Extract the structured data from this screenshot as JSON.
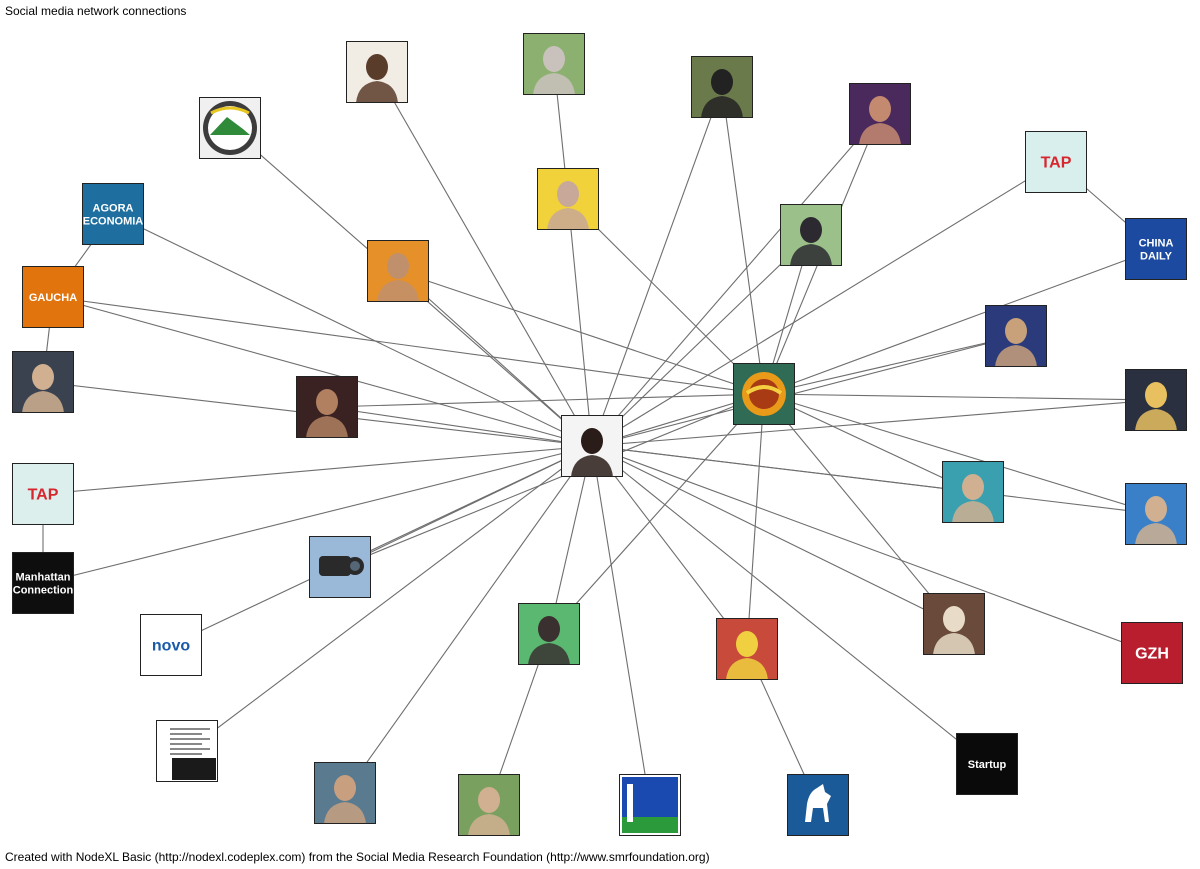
{
  "title": "Social media network connections",
  "footer": "Created with NodeXL Basic (http://nodexl.codeplex.com) from the Social Media Research Foundation (http://www.smrfoundation.org)",
  "edge_color": "#6e6e6e",
  "nodes": [
    {
      "id": "center",
      "kind": "person",
      "colors": [
        "#f4f4f4",
        "#2a1c18"
      ],
      "label": ""
    },
    {
      "id": "hub",
      "kind": "logo-circle",
      "colors": [
        "#2f6b55",
        "#e89a18"
      ],
      "label": ""
    },
    {
      "id": "couple",
      "kind": "person",
      "colors": [
        "#f1ece4",
        "#5a3c2a"
      ],
      "label": ""
    },
    {
      "id": "oldman",
      "kind": "person",
      "colors": [
        "#8cb070",
        "#c9c2bc"
      ],
      "label": ""
    },
    {
      "id": "man-dark",
      "kind": "person",
      "colors": [
        "#6b7a4a",
        "#222222"
      ],
      "label": ""
    },
    {
      "id": "woman-purple",
      "kind": "person",
      "colors": [
        "#4a2a5c",
        "#c48a70"
      ],
      "label": ""
    },
    {
      "id": "mountain",
      "kind": "logo-mountain",
      "colors": [
        "#3c3c3c",
        "#2f8a3a"
      ],
      "label": ""
    },
    {
      "id": "tap-top",
      "kind": "logo-text",
      "colors": [
        "#d8efee",
        "#d7262e"
      ],
      "label": "TAP"
    },
    {
      "id": "china-daily",
      "kind": "logo-text",
      "colors": [
        "#1b4aa0",
        "#ffffff"
      ],
      "label": "CHINA DAILY"
    },
    {
      "id": "agora",
      "kind": "logo-text",
      "colors": [
        "#1e6fa0",
        "#ffffff"
      ],
      "label": "AGORA ECONOMIA"
    },
    {
      "id": "yellow-man",
      "kind": "person",
      "colors": [
        "#f2d23a",
        "#c8a898"
      ],
      "label": ""
    },
    {
      "id": "sunglasses",
      "kind": "person",
      "colors": [
        "#9cc08a",
        "#2c2a30"
      ],
      "label": ""
    },
    {
      "id": "hat-man",
      "kind": "person",
      "colors": [
        "#e6902a",
        "#c0906c"
      ],
      "label": ""
    },
    {
      "id": "gaucha",
      "kind": "logo-text",
      "colors": [
        "#e2740e",
        "#ffffff"
      ],
      "label": "GAUCHA"
    },
    {
      "id": "blue-man",
      "kind": "person",
      "colors": [
        "#2a3a7a",
        "#c8a07a"
      ],
      "label": ""
    },
    {
      "id": "suit-man",
      "kind": "person",
      "colors": [
        "#3a4250",
        "#d0b090"
      ],
      "label": ""
    },
    {
      "id": "bearded",
      "kind": "person",
      "colors": [
        "#3a2222",
        "#b08060"
      ],
      "label": ""
    },
    {
      "id": "woman-cartoon",
      "kind": "person",
      "colors": [
        "#2a3040",
        "#e8c060"
      ],
      "label": ""
    },
    {
      "id": "tap-left",
      "kind": "logo-text",
      "colors": [
        "#dcefec",
        "#d7262e"
      ],
      "label": "TAP"
    },
    {
      "id": "teal-guy",
      "kind": "person",
      "colors": [
        "#3aa0b0",
        "#d0b090"
      ],
      "label": ""
    },
    {
      "id": "group-photo",
      "kind": "person",
      "colors": [
        "#3a80c8",
        "#d0b090"
      ],
      "label": ""
    },
    {
      "id": "manhattan",
      "kind": "logo-text",
      "colors": [
        "#0e0e0e",
        "#ffffff"
      ],
      "label": "Manhattan Connection"
    },
    {
      "id": "camera",
      "kind": "logo-camera",
      "colors": [
        "#9ab8d8",
        "#2a2a2a"
      ],
      "label": ""
    },
    {
      "id": "church",
      "kind": "person",
      "colors": [
        "#6a4a3a",
        "#e8dcc8"
      ],
      "label": ""
    },
    {
      "id": "novo",
      "kind": "logo-text",
      "colors": [
        "#ffffff",
        "#1a5aa8"
      ],
      "label": "novo"
    },
    {
      "id": "green-man",
      "kind": "person",
      "colors": [
        "#5ab870",
        "#3a3030"
      ],
      "label": ""
    },
    {
      "id": "bar",
      "kind": "person",
      "colors": [
        "#c84a3a",
        "#f0d040"
      ],
      "label": ""
    },
    {
      "id": "gzh",
      "kind": "logo-text",
      "colors": [
        "#b81e2e",
        "#ffffff"
      ],
      "label": "GZH"
    },
    {
      "id": "post",
      "kind": "logo-post",
      "colors": [
        "#ffffff",
        "#1a1a1a"
      ],
      "label": ""
    },
    {
      "id": "startup",
      "kind": "logo-text",
      "colors": [
        "#0a0a0a",
        "#ffffff"
      ],
      "label": "Startup"
    },
    {
      "id": "bald-man",
      "kind": "person",
      "colors": [
        "#5a7a90",
        "#c8a080"
      ],
      "label": ""
    },
    {
      "id": "young-man",
      "kind": "person",
      "colors": [
        "#7aa060",
        "#d0b090"
      ],
      "label": ""
    },
    {
      "id": "flag",
      "kind": "logo-flag",
      "colors": [
        "#1a4ab0",
        "#2a9a3a"
      ],
      "label": ""
    },
    {
      "id": "horse",
      "kind": "logo-horse",
      "colors": [
        "#1a5a98",
        "#ffffff"
      ],
      "label": ""
    }
  ],
  "edges": [
    [
      "couple",
      "center"
    ],
    [
      "oldman",
      "yellow-man"
    ],
    [
      "man-dark",
      "center"
    ],
    [
      "man-dark",
      "hub"
    ],
    [
      "woman-purple",
      "center"
    ],
    [
      "woman-purple",
      "hub"
    ],
    [
      "mountain",
      "center"
    ],
    [
      "tap-top",
      "center"
    ],
    [
      "tap-top",
      "china-daily"
    ],
    [
      "china-daily",
      "hub"
    ],
    [
      "agora",
      "center"
    ],
    [
      "agora",
      "gaucha"
    ],
    [
      "yellow-man",
      "center"
    ],
    [
      "yellow-man",
      "hub"
    ],
    [
      "sunglasses",
      "center"
    ],
    [
      "sunglasses",
      "hub"
    ],
    [
      "hat-man",
      "center"
    ],
    [
      "hat-man",
      "hub"
    ],
    [
      "gaucha",
      "center"
    ],
    [
      "gaucha",
      "hub"
    ],
    [
      "gaucha",
      "suit-man"
    ],
    [
      "blue-man",
      "center"
    ],
    [
      "blue-man",
      "hub"
    ],
    [
      "suit-man",
      "center"
    ],
    [
      "bearded",
      "center"
    ],
    [
      "bearded",
      "hub"
    ],
    [
      "woman-cartoon",
      "center"
    ],
    [
      "woman-cartoon",
      "hub"
    ],
    [
      "tap-left",
      "center"
    ],
    [
      "tap-left",
      "manhattan"
    ],
    [
      "teal-guy",
      "center"
    ],
    [
      "teal-guy",
      "hub"
    ],
    [
      "group-photo",
      "center"
    ],
    [
      "group-photo",
      "hub"
    ],
    [
      "manhattan",
      "center"
    ],
    [
      "camera",
      "center"
    ],
    [
      "camera",
      "hub"
    ],
    [
      "church",
      "center"
    ],
    [
      "church",
      "hub"
    ],
    [
      "novo",
      "center"
    ],
    [
      "green-man",
      "center"
    ],
    [
      "green-man",
      "hub"
    ],
    [
      "bar",
      "center"
    ],
    [
      "bar",
      "hub"
    ],
    [
      "gzh",
      "center"
    ],
    [
      "post",
      "center"
    ],
    [
      "startup",
      "center"
    ],
    [
      "bald-man",
      "center"
    ],
    [
      "young-man",
      "green-man"
    ],
    [
      "flag",
      "center"
    ],
    [
      "horse",
      "bar"
    ],
    [
      "hub",
      "center"
    ]
  ]
}
